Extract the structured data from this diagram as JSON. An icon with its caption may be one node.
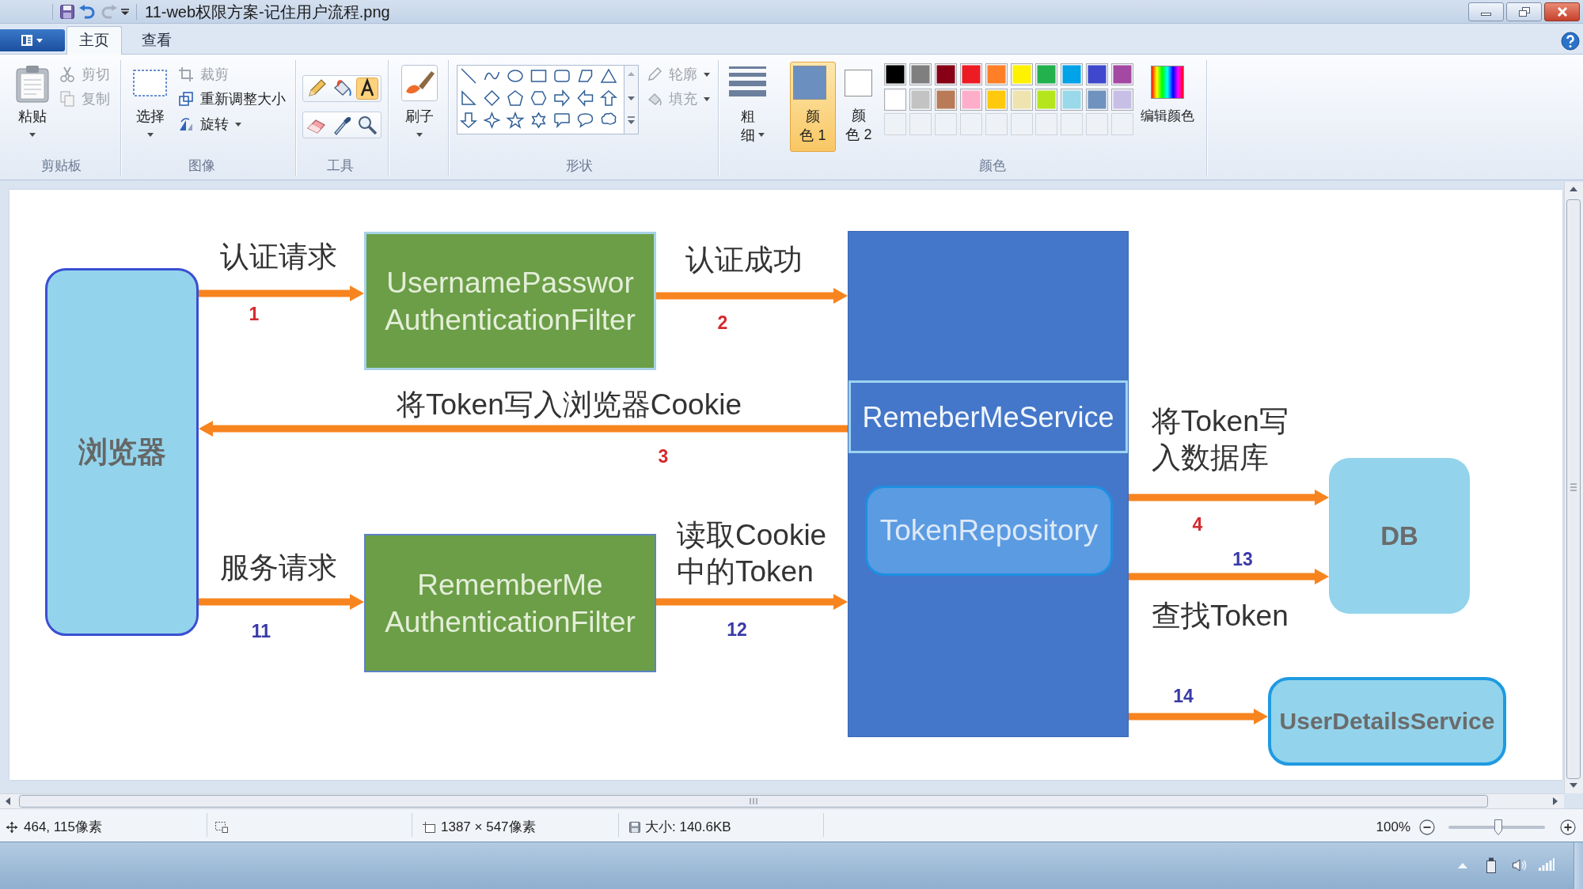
{
  "diagram": {
    "title": "11-web权限方案-记住用户流程.png",
    "nodes": [
      {
        "text": [
          "浏览器"
        ]
      },
      {
        "text": [
          "UsernamePasswor AuthenticationFilter"
        ]
      },
      {
        "text": [],
        "shape": "box"
      },
      {
        "text": [
          "RemeberMeService"
        ],
        "in": 2
      },
      {
        "text": [
          "TokenRepository"
        ],
        "in": 2
      },
      {
        "text": [
          "DB"
        ]
      },
      {
        "text": [
          "RememberMe AuthenticationFilter"
        ]
      },
      {
        "text": [
          "UserDetailsService"
        ]
      }
    ],
    "edges": [
      {
        "from": 0,
        "to": 1,
        "arrow": "to",
        "label": "认证请求"
      },
      {
        "from": 1,
        "to": 2,
        "arrow": "to",
        "label": "认证成功"
      },
      {
        "from": 3,
        "to": 0,
        "arrow": "to",
        "label": "将Token写入浏览器Cookie"
      },
      {
        "from": 2,
        "to": 5,
        "arrow": "to",
        "label": "将Token写入数据库"
      },
      {
        "from": 0,
        "to": 6,
        "arrow": "to",
        "label": "服务请求"
      },
      {
        "from": 6,
        "to": 2,
        "arrow": "to",
        "label": "读取Cookie中的Token"
      },
      {
        "from": 2,
        "to": 5,
        "arrow": "to",
        "label": "查找Token"
      },
      {
        "from": 2,
        "to": 7,
        "arrow": "to"
      }
    ],
    "labels": [
      "主页",
      "查看",
      "粘贴",
      "剪切",
      "复制",
      "剪贴板",
      "选择",
      "裁剪",
      "重新调整大小",
      "旋转",
      "图像",
      "工具",
      "刷子",
      "轮廓",
      "填充",
      "形状",
      "粗细",
      "颜色 1",
      "颜色 2",
      "编辑颜色",
      "颜色",
      "1",
      "2",
      "3",
      "4",
      "11",
      "12",
      "13",
      "14",
      "464, 115像素",
      "1387 × 547像素",
      "大小: 140.6KB",
      "100%"
    ]
  }
}
